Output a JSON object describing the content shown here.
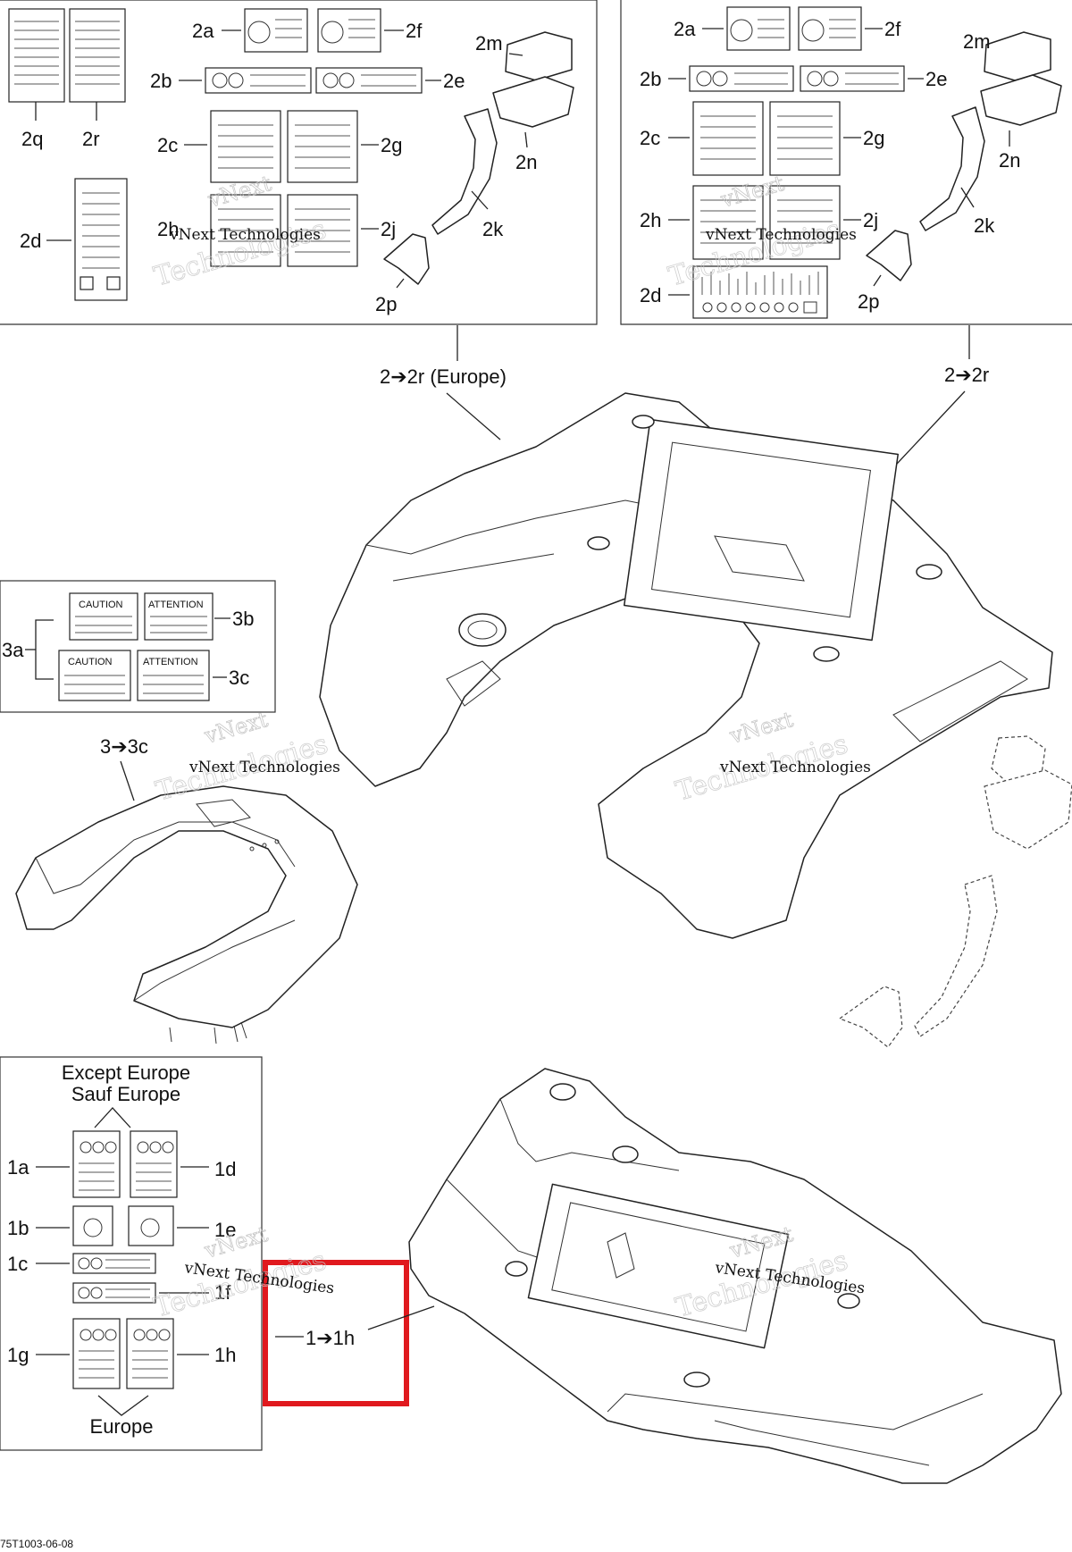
{
  "callouts": {
    "c2a_l": "2a",
    "c2f_l": "2f",
    "c2b_l": "2b",
    "c2e_l": "2e",
    "c2c_l": "2c",
    "c2g_l": "2g",
    "c2h_l": "2h",
    "c2j_l": "2j",
    "c2d_l": "2d",
    "c2q": "2q",
    "c2r": "2r",
    "c2m_l": "2m",
    "c2n_l": "2n",
    "c2k_l": "2k",
    "c2p_l": "2p",
    "c2a_r": "2a",
    "c2f_r": "2f",
    "c2b_r": "2b",
    "c2e_r": "2e",
    "c2c_r": "2c",
    "c2g_r": "2g",
    "c2h_r": "2h",
    "c2j_r": "2j",
    "c2d_r": "2d",
    "c2m_r": "2m",
    "c2n_r": "2n",
    "c2k_r": "2k",
    "c2p_r": "2p",
    "range_2_europe": "2➔2r (Europe)",
    "range_2": "2➔2r",
    "c3a": "3a",
    "c3b": "3b",
    "c3c": "3c",
    "range_3": "3➔3c",
    "c1a": "1a",
    "c1b": "1b",
    "c1c": "1c",
    "c1d": "1d",
    "c1e": "1e",
    "c1f": "1f",
    "c1g": "1g",
    "c1h": "1h",
    "range_1": "1➔1h"
  },
  "decal_text": {
    "caution": "CAUTION",
    "attention": "ATTENTION"
  },
  "panel_bottom": {
    "title_line1": "Except Europe",
    "title_line2": "Sauf Europe",
    "footer": "Europe"
  },
  "watermark": {
    "line1": "vNext",
    "line2": "Technologies",
    "inline": "vNext Technologies"
  },
  "drawing_code": "75T1003-06-08",
  "highlight_color": "#e0191e"
}
